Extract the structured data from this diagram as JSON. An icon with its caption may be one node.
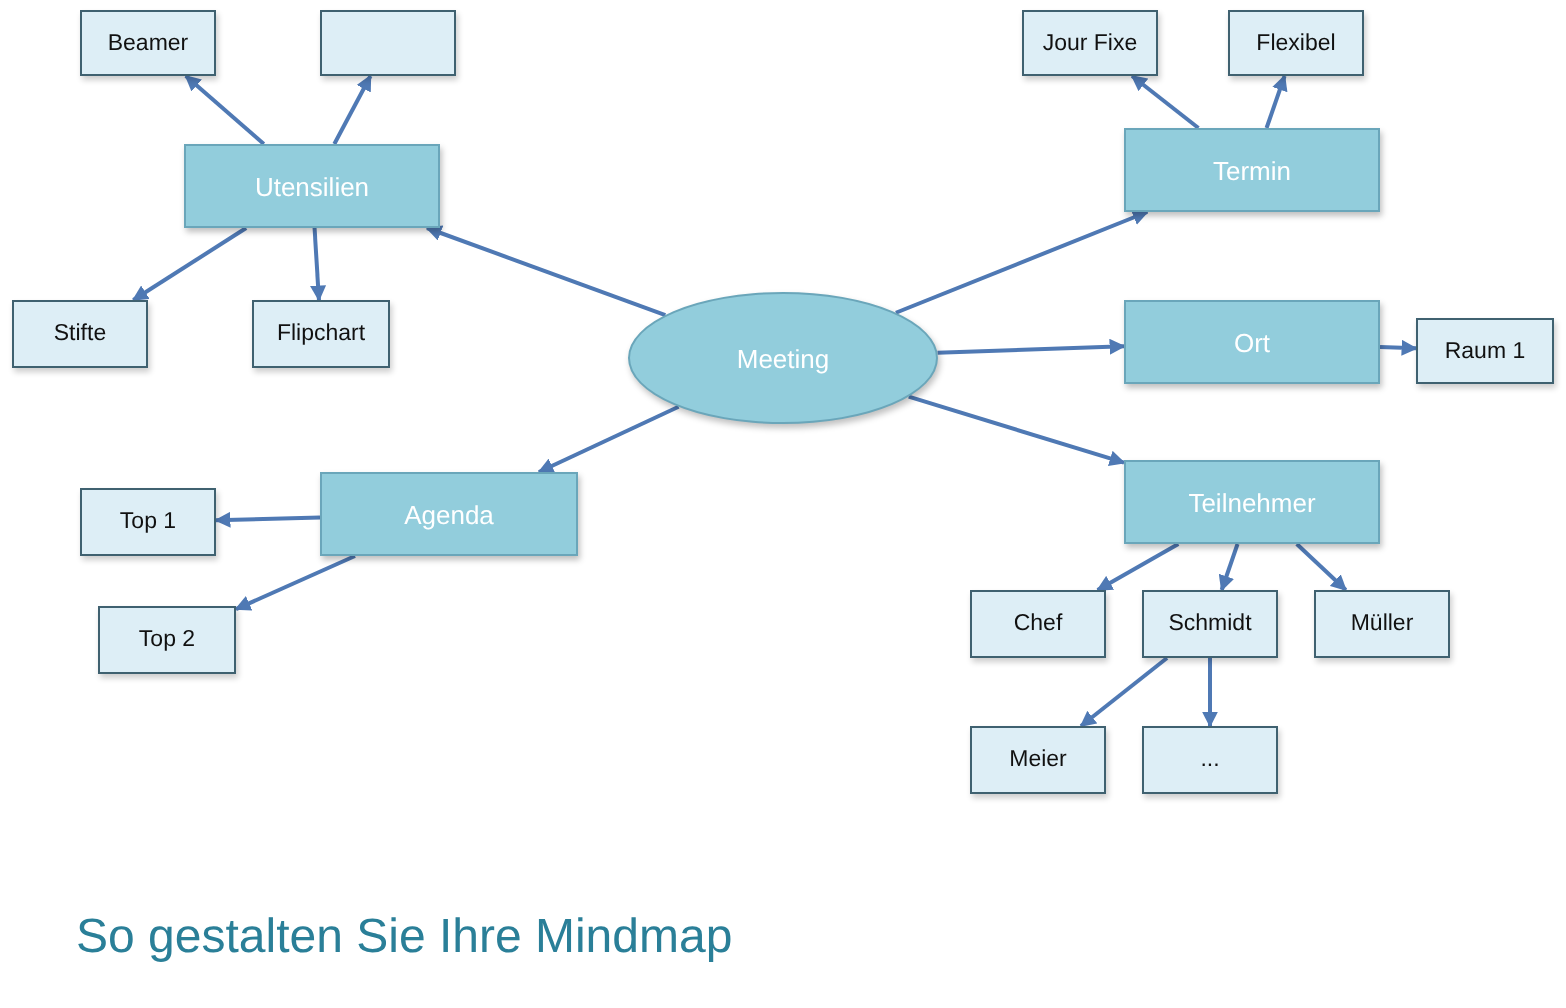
{
  "diagram": {
    "title": "So gestalten Sie Ihre Mindmap",
    "nodes": [
      {
        "text": [
          "Meeting"
        ]
      },
      {
        "text": [
          "Utensilien"
        ]
      },
      {
        "text": [
          "Beamer"
        ]
      },
      {
        "text": [],
        "shape": "box"
      },
      {
        "text": [
          "Stifte"
        ]
      },
      {
        "text": [
          "Flipchart"
        ]
      },
      {
        "text": [
          "Agenda"
        ]
      },
      {
        "text": [
          "Top 1"
        ]
      },
      {
        "text": [
          "Top 2"
        ]
      },
      {
        "text": [
          "Termin"
        ]
      },
      {
        "text": [
          "Jour Fixe"
        ]
      },
      {
        "text": [
          "Flexibel"
        ]
      },
      {
        "text": [
          "Ort"
        ]
      },
      {
        "text": [
          "Raum 1"
        ]
      },
      {
        "text": [
          "Teilnehmer"
        ]
      },
      {
        "text": [
          "Chef"
        ]
      },
      {
        "text": [
          "Schmidt"
        ]
      },
      {
        "text": [
          "Müller"
        ]
      },
      {
        "text": [
          "Meier"
        ]
      },
      {
        "text": [
          "..."
        ]
      }
    ],
    "edges": [
      {
        "from": 0,
        "to": 1,
        "arrow": "to"
      },
      {
        "from": 1,
        "to": 2,
        "arrow": "to"
      },
      {
        "from": 1,
        "to": 3,
        "arrow": "to"
      },
      {
        "from": 1,
        "to": 4,
        "arrow": "to"
      },
      {
        "from": 1,
        "to": 5,
        "arrow": "to"
      },
      {
        "from": 0,
        "to": 6,
        "arrow": "to"
      },
      {
        "from": 6,
        "to": 7,
        "arrow": "to"
      },
      {
        "from": 6,
        "to": 8,
        "arrow": "to"
      },
      {
        "from": 0,
        "to": 9,
        "arrow": "to"
      },
      {
        "from": 9,
        "to": 10,
        "arrow": "to"
      },
      {
        "from": 9,
        "to": 11,
        "arrow": "to"
      },
      {
        "from": 0,
        "to": 12,
        "arrow": "to"
      },
      {
        "from": 12,
        "to": 13,
        "arrow": "to"
      },
      {
        "from": 0,
        "to": 14,
        "arrow": "to"
      },
      {
        "from": 14,
        "to": 15,
        "arrow": "to"
      },
      {
        "from": 14,
        "to": 16,
        "arrow": "to"
      },
      {
        "from": 14,
        "to": 17,
        "arrow": "to"
      },
      {
        "from": 16,
        "to": 18,
        "arrow": "to"
      },
      {
        "from": 16,
        "to": 19,
        "arrow": "to"
      }
    ]
  }
}
